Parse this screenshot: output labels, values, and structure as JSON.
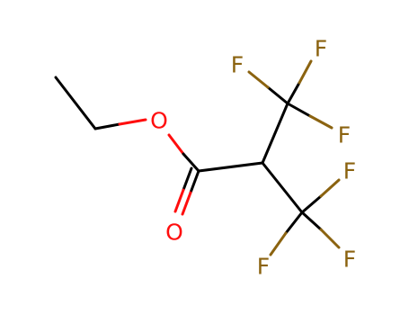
{
  "molecule": {
    "colors": {
      "carbon": "#000000",
      "oxygen": "#ff0d0d",
      "fluorine": "#8b6310"
    },
    "atoms": {
      "o_ester": "O",
      "o_carbonyl": "O",
      "f1": "F",
      "f2": "F",
      "f3": "F",
      "f4": "F",
      "f5": "F",
      "f6": "F"
    }
  }
}
